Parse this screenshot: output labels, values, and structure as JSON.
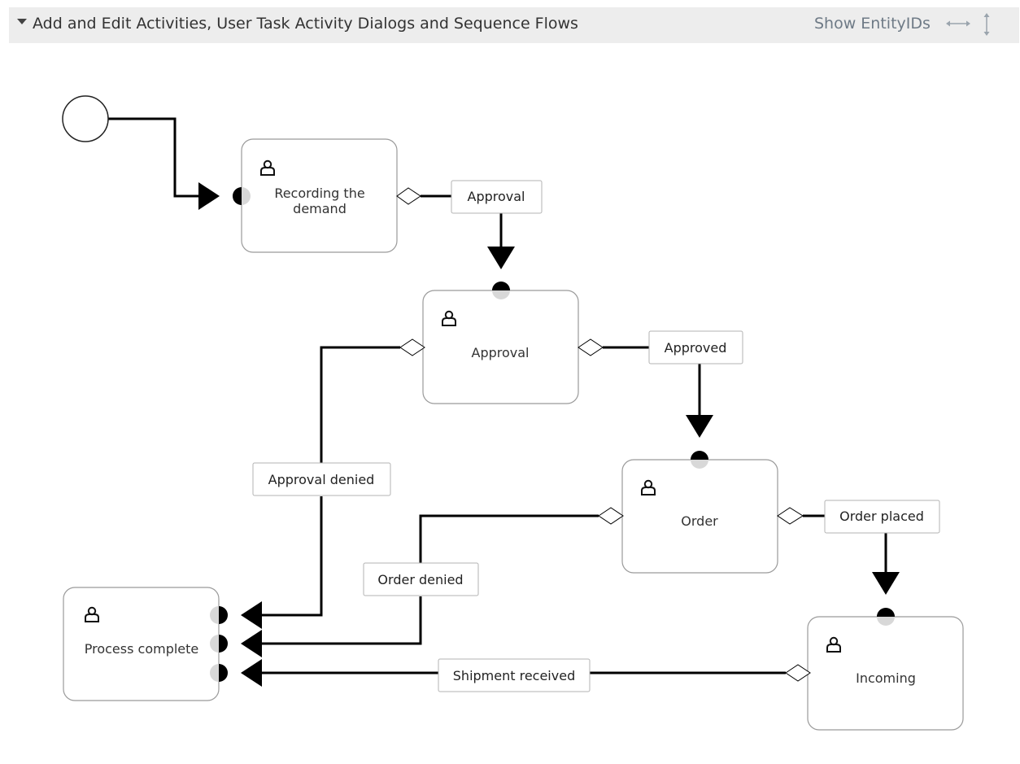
{
  "header": {
    "title": "Add and Edit Activities, User Task Activity Dialogs and Sequence Flows",
    "show_entity_ids": "Show EntityIDs",
    "toggle_icon": "caret-down-icon",
    "resize_h_icon": "resize-horizontal-icon",
    "resize_v_icon": "resize-vertical-icon"
  },
  "activities": {
    "recording": {
      "line1": "Recording the",
      "line2": "demand",
      "icon": "user-icon"
    },
    "approval": {
      "label": "Approval",
      "icon": "user-icon"
    },
    "order": {
      "label": "Order",
      "icon": "user-icon"
    },
    "process_complete": {
      "label": "Process complete",
      "icon": "user-icon"
    },
    "incoming": {
      "label": "Incoming",
      "icon": "user-icon"
    }
  },
  "flows": {
    "approval": "Approval",
    "approved": "Approved",
    "approval_denied": "Approval denied",
    "order_placed": "Order placed",
    "order_denied": "Order denied",
    "shipment_received": "Shipment received"
  },
  "colors": {
    "header_bg": "#ededed",
    "line": "#000000",
    "activity_border": "#9a9a9a"
  }
}
